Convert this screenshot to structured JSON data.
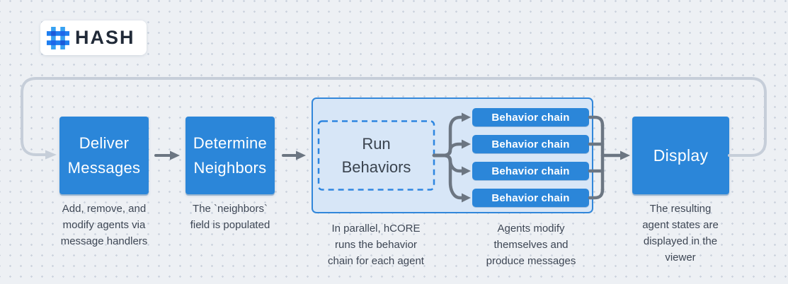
{
  "logo": {
    "title": "HASH"
  },
  "icons": {
    "logo_icon": "hash-grid-icon",
    "step_arrow_icon": "arrow-right",
    "fork_icon": "fork-branch",
    "merge_icon": "merge-bracket",
    "loop_icon": "loop-back-arrow"
  },
  "flow": {
    "deliver": {
      "label": "Deliver\nMessages",
      "caption": "Add, remove, and\nmodify agents via\nmessage handlers"
    },
    "determine": {
      "label": "Determine\nNeighbors",
      "caption": "The `neighbors`\nfield is populated"
    },
    "run_behaviors": {
      "label": "Run\nBehaviors",
      "caption": "In parallel, hCORE\nruns the behavior\nchain for each agent",
      "chains": [
        {
          "label": "Behavior chain"
        },
        {
          "label": "Behavior chain"
        },
        {
          "label": "Behavior chain"
        },
        {
          "label": "Behavior chain"
        }
      ],
      "chains_caption": "Agents modify\nthemselves and\nproduce messages"
    },
    "display": {
      "label": "Display",
      "caption": "The resulting\nagent states are\ndisplayed in the\nviewer"
    }
  },
  "colors": {
    "accent_blue": "#2b86d9",
    "container_fill": "#d7e6f7",
    "container_border": "#3287da",
    "dashed_blue": "#2e86e0",
    "arrow_gray": "#6c7682",
    "loop_gray": "#c6ced9",
    "text_dark": "#3d4654",
    "logo_text": "#212a38",
    "bg": "#edf0f4",
    "dot": "#ccd3de"
  }
}
